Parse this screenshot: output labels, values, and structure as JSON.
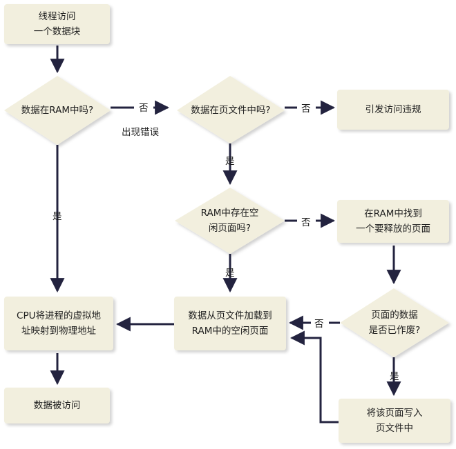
{
  "nodes": {
    "start": [
      "线程访问",
      "一个数据块"
    ],
    "d_in_ram": [
      "数据在RAM中吗?"
    ],
    "d_in_pagefile": [
      "数据在页文件中吗?"
    ],
    "access_violation": [
      "引发访问违规"
    ],
    "d_free_page": [
      "RAM中存在空",
      "闲页面吗?"
    ],
    "find_page": [
      "在RAM中找到",
      "一个要释放的页面"
    ],
    "cpu_map": [
      "CPU将进程的虚拟地",
      "址映射到物理地址"
    ],
    "load_page": [
      "数据从页文件加载到",
      "RAM中的空闲页面"
    ],
    "d_dirty": [
      "页面的数据",
      "是否已作废?"
    ],
    "accessed": [
      "数据被访问"
    ],
    "write_page": [
      "将该页面写入",
      "页文件中"
    ]
  },
  "labels": {
    "no1": "否",
    "error": "出现错误",
    "no2": "否",
    "yes_pagefile": "是",
    "yes_ram": "是",
    "no3": "否",
    "yes_free": "是",
    "no4": "否",
    "yes_dirty": "是"
  },
  "colors": {
    "node_fill": "#f2efde",
    "arrow": "#23233f"
  }
}
